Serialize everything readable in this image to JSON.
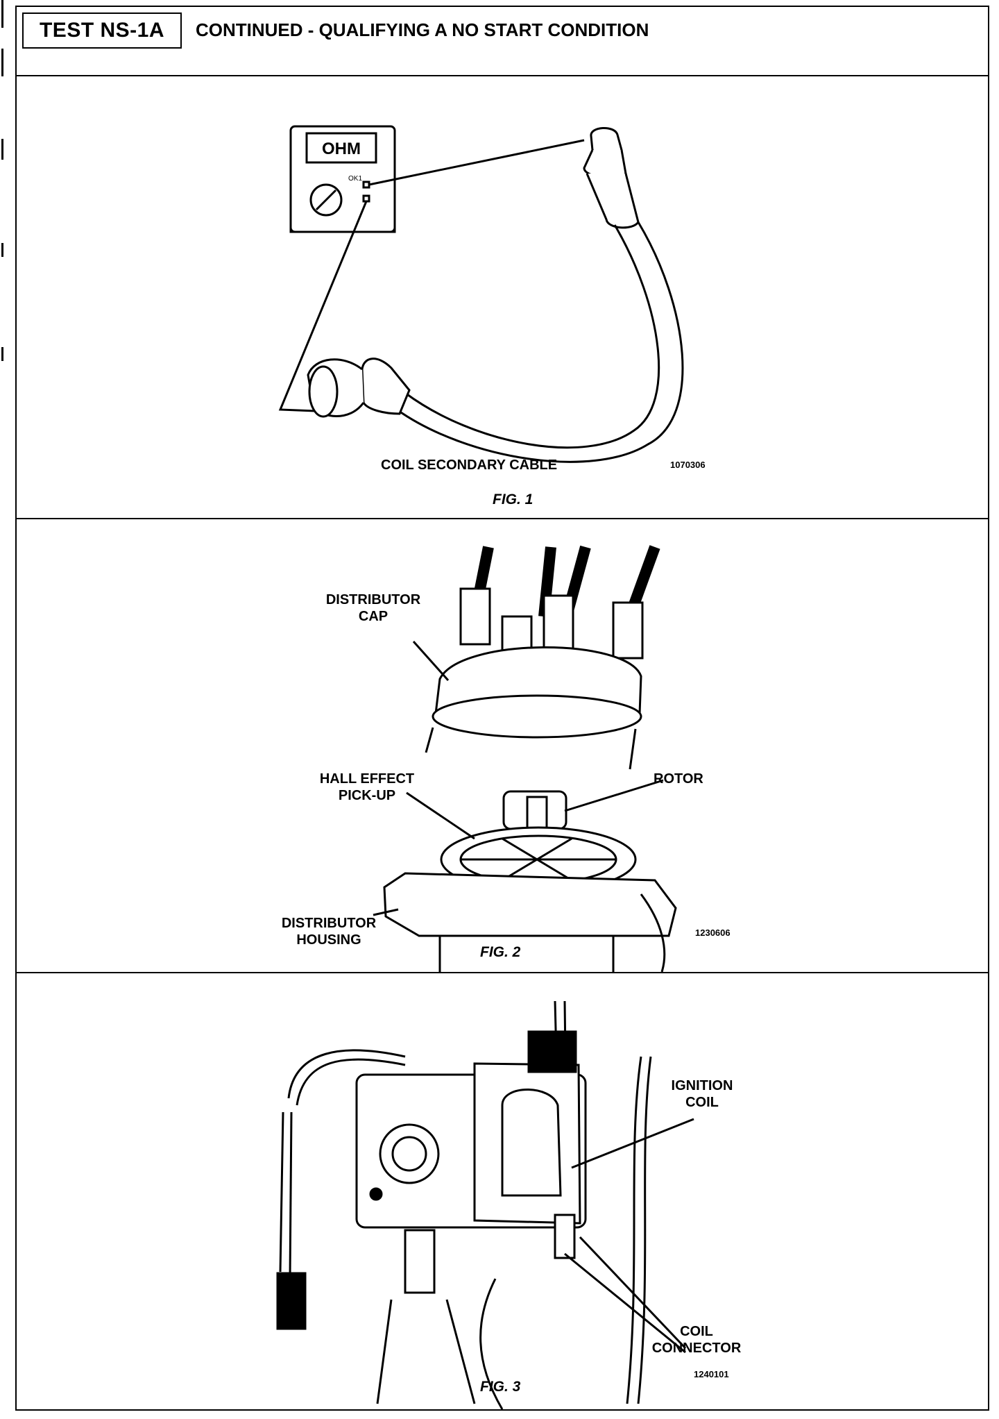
{
  "header": {
    "test_label": "TEST NS-1A",
    "title": "CONTINUED - QUALIFYING A NO START CONDITION"
  },
  "fig1": {
    "meter_display": "OHM",
    "meter_dial": "OK1",
    "label": "COIL SECONDARY CABLE",
    "code": "1070306",
    "caption": "FIG. 1"
  },
  "fig2": {
    "cap_label": [
      "DISTRIBUTOR",
      "CAP"
    ],
    "hall_label": [
      "HALL EFFECT",
      "PICK-UP"
    ],
    "rotor_label": "ROTOR",
    "housing_label": [
      "DISTRIBUTOR",
      "HOUSING"
    ],
    "code": "1230606",
    "caption": "FIG. 2"
  },
  "fig3": {
    "ignition_label": [
      "IGNITION",
      "COIL"
    ],
    "connector_label": [
      "COIL",
      "CONNECTOR"
    ],
    "code": "1240101",
    "caption": "FIG. 3"
  }
}
